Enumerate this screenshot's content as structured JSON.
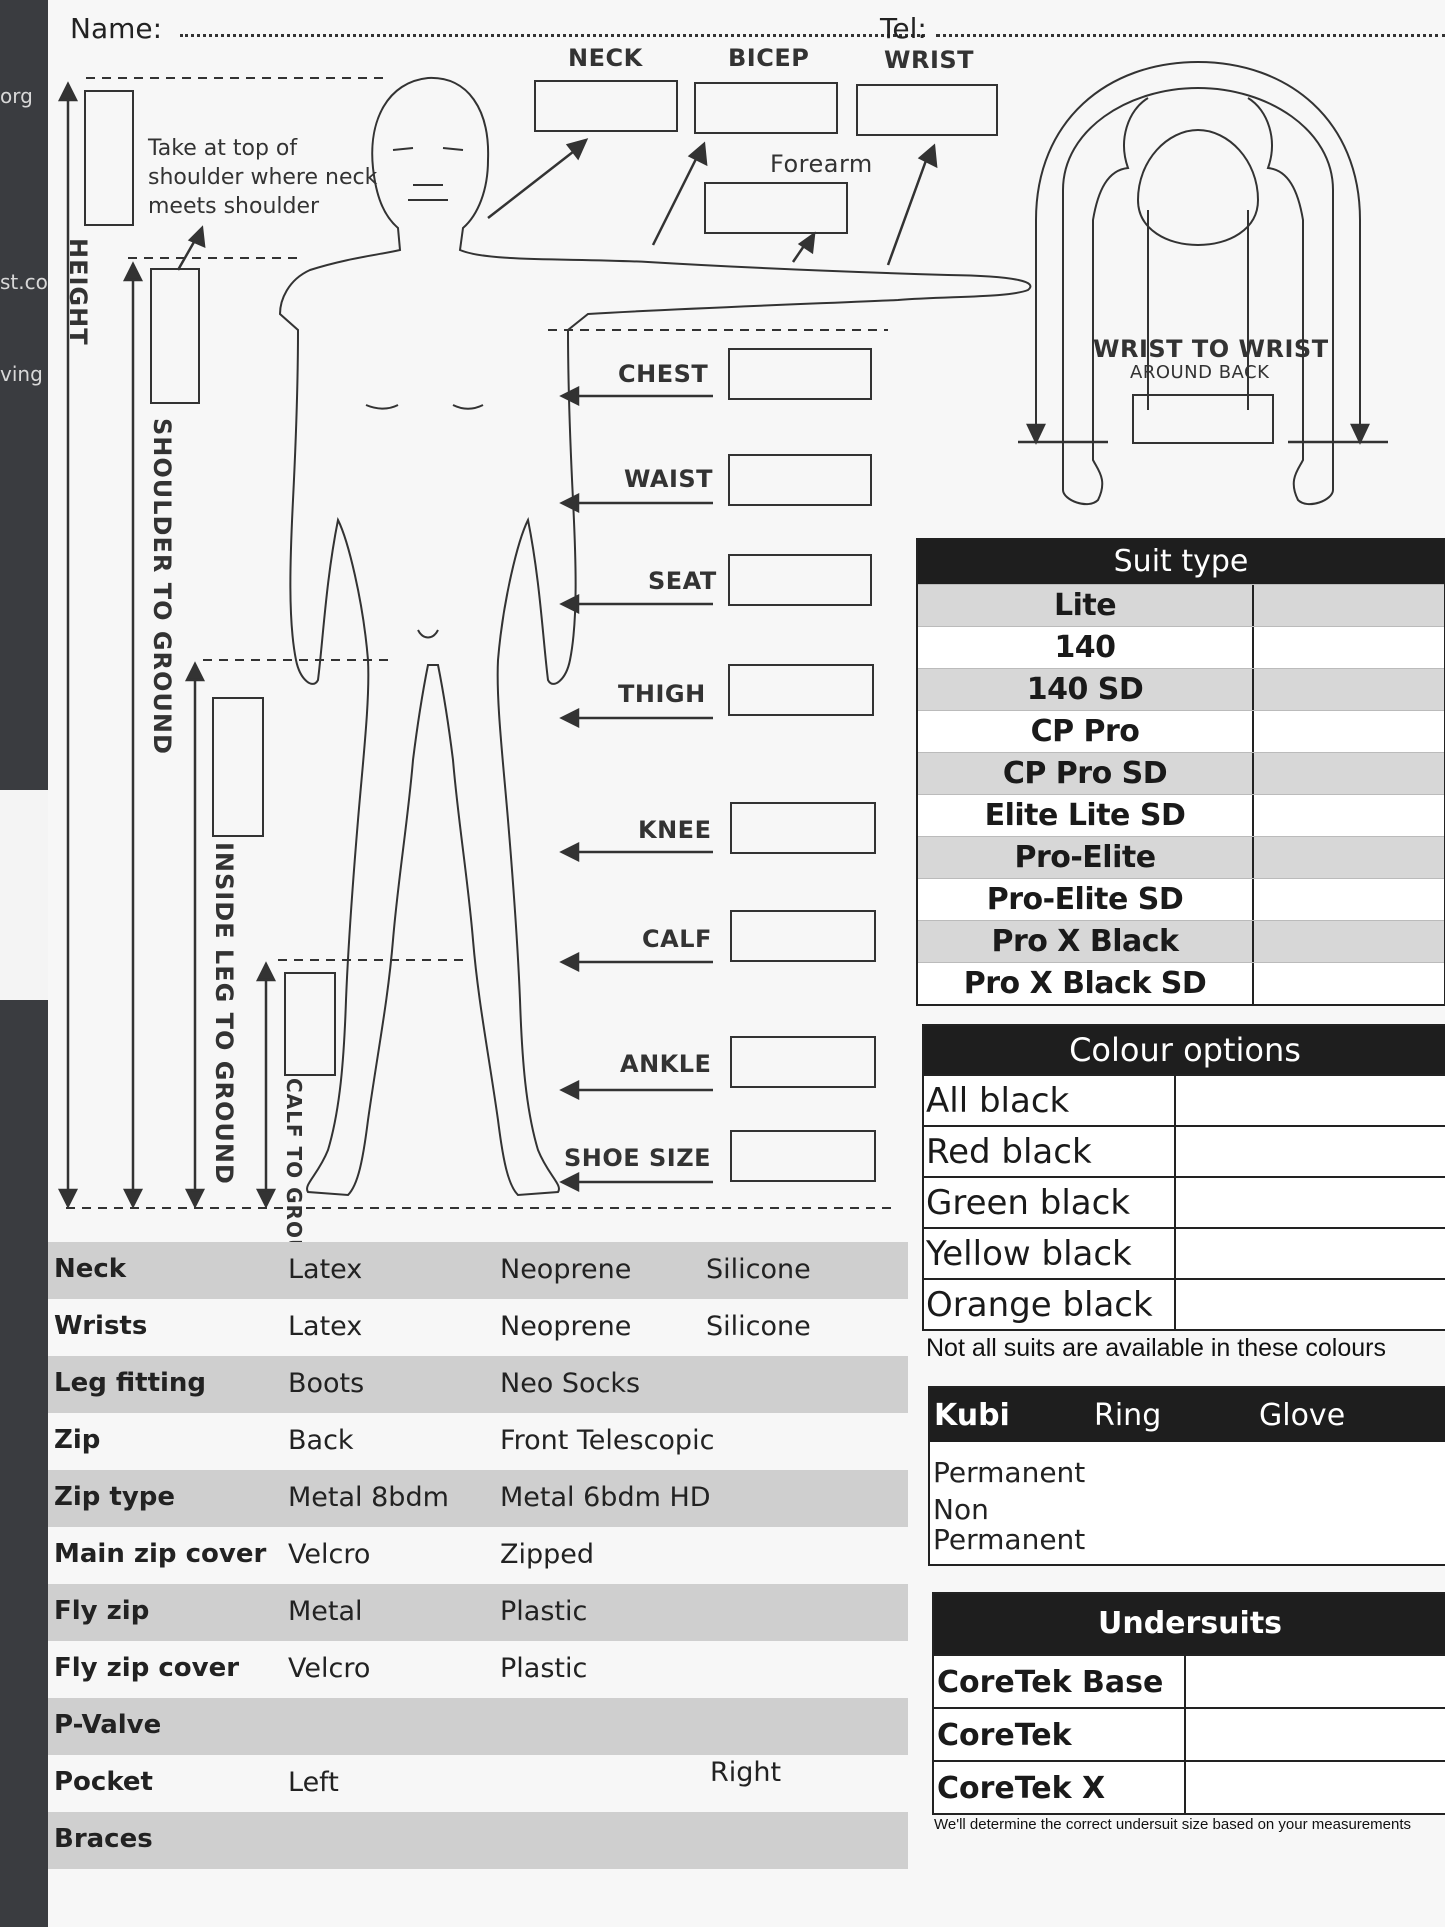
{
  "header": {
    "name_label": "Name:",
    "tel_label": "Tel:"
  },
  "measurements": {
    "neck": "NECK",
    "bicep": "BICEP",
    "wrist": "WRIST",
    "forearm": "Forearm",
    "chest": "CHEST",
    "waist": "WAIST",
    "seat": "SEAT",
    "thigh": "THIGH",
    "knee": "KNEE",
    "calf": "CALF",
    "ankle": "ANKLE",
    "shoe_size": "SHOE SIZE",
    "height": "HEIGHT",
    "shoulder_to_ground": "SHOULDER TO GROUND",
    "inside_leg_to_ground": "INSIDE LEG TO GROUND",
    "calf_to_ground": "CALF TO GROUND",
    "wrist_to_wrist": "WRIST TO WRIST",
    "around_back": "AROUND BACK",
    "shoulder_note_1": "Take at top of",
    "shoulder_note_2": "shoulder where neck",
    "shoulder_note_3": "meets shoulder"
  },
  "suit_type": {
    "title": "Suit type",
    "items": [
      "Lite",
      "140",
      "140 SD",
      "CP Pro",
      "CP Pro SD",
      "Elite Lite SD",
      "Pro-Elite",
      "Pro-Elite SD",
      "Pro X Black",
      "Pro X Black SD"
    ]
  },
  "colour_options": {
    "title": "Colour options",
    "items": [
      "All black",
      "Red black",
      "Green black",
      "Yellow black",
      "Orange black"
    ],
    "note": "Not all suits are available in these colours"
  },
  "kubi": {
    "headers": [
      "Kubi",
      "Ring",
      "Glove"
    ],
    "rows": [
      "Permanent",
      "Non",
      "Permanent"
    ]
  },
  "undersuits": {
    "title": "Undersuits",
    "items": [
      "CoreTek Base",
      "CoreTek",
      "CoreTek X"
    ],
    "note": "We'll determine the correct undersuit size based on your measurements"
  },
  "options": [
    {
      "label": "Neck",
      "a": "Latex",
      "b": "Neoprene",
      "c": "Silicone"
    },
    {
      "label": "Wrists",
      "a": "Latex",
      "b": "Neoprene",
      "c": "Silicone"
    },
    {
      "label": "Leg fitting",
      "a": "Boots",
      "b": "Neo Socks",
      "c": ""
    },
    {
      "label": "Zip",
      "a": "Back",
      "b": "Front Telescopic",
      "c": ""
    },
    {
      "label": "Zip type",
      "a": "Metal 8bdm",
      "b": "Metal 6bdm HD",
      "c": ""
    },
    {
      "label": "Main zip cover",
      "a": "Velcro",
      "b": "Zipped",
      "c": ""
    },
    {
      "label": "Fly zip",
      "a": "Metal",
      "b": "Plastic",
      "c": ""
    },
    {
      "label": "Fly zip cover",
      "a": "Velcro",
      "b": "Plastic",
      "c": ""
    },
    {
      "label": "P-Valve",
      "a": "",
      "b": "",
      "c": ""
    },
    {
      "label": "Pocket",
      "a": "Left",
      "b": "",
      "c": "Right"
    },
    {
      "label": "Braces",
      "a": "",
      "b": "",
      "c": ""
    }
  ],
  "background": {
    "t1": "org",
    "t2": "st.co",
    "t3": "ving"
  }
}
